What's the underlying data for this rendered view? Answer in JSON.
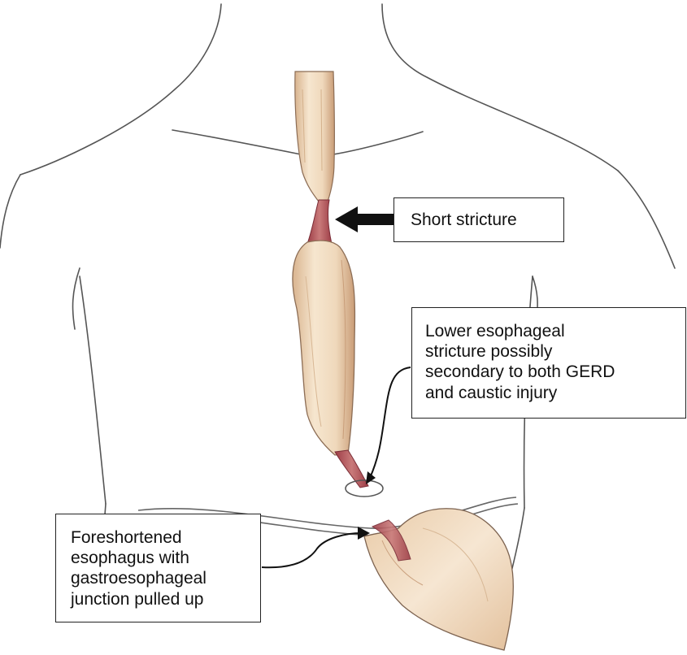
{
  "labels": {
    "short_stricture": [
      "Short stricture"
    ],
    "lower_stricture": [
      "Lower esophageal",
      "stricture possibly",
      "secondary to both GERD",
      "and caustic injury"
    ],
    "foreshortened": [
      "Foreshortened",
      "esophagus with",
      "gastroesophageal",
      "junction pulled up"
    ]
  },
  "colors": {
    "outline": "#555555",
    "esophagus_fill": "#f0dcc0",
    "stricture": "#b5535a",
    "stomach_fill": "#f2ddc4"
  }
}
